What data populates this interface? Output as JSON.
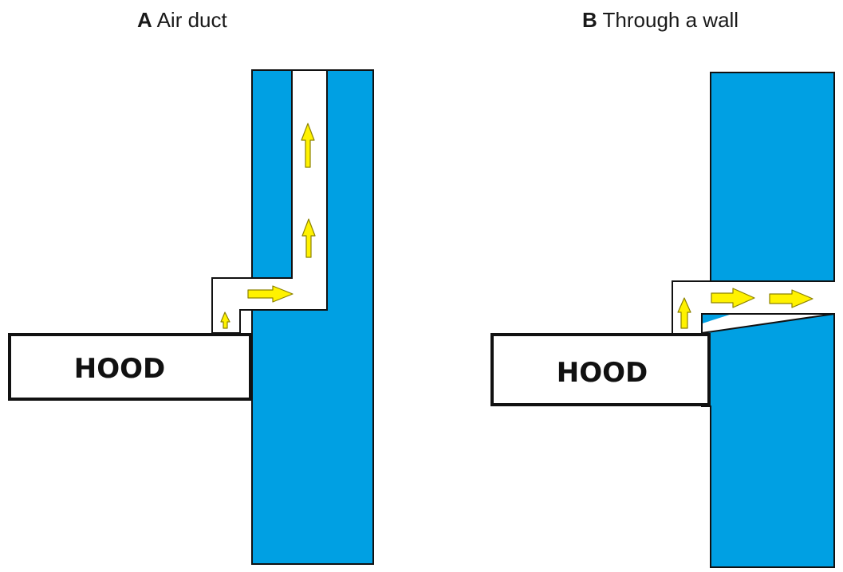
{
  "panel_a": {
    "letter": "A",
    "title": "Air duct",
    "hood_label": "HOOD"
  },
  "panel_b": {
    "letter": "B",
    "title": "Through a wall",
    "hood_label": "HOOD"
  },
  "colors": {
    "wall": "#00A0E3",
    "arrow_fill": "#FFF200",
    "arrow_stroke": "#8C8200",
    "outline": "#111111",
    "duct_fill": "#FFFFFF"
  },
  "icons": {
    "arrow": "yellow-flow-arrow"
  }
}
